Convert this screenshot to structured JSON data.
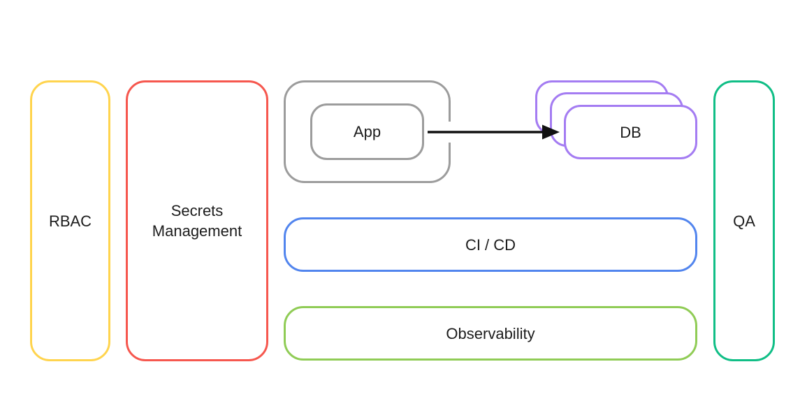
{
  "diagram": {
    "nodes": {
      "rbac": {
        "label": "RBAC"
      },
      "secrets": {
        "label": "Secrets Management"
      },
      "app_group": {
        "label": ""
      },
      "app": {
        "label": "App"
      },
      "db": {
        "label": "DB"
      },
      "cicd": {
        "label": "CI / CD"
      },
      "observability": {
        "label": "Observability"
      },
      "qa": {
        "label": "QA"
      }
    },
    "edges": [
      {
        "from": "app",
        "to": "db",
        "style": "solid-black-arrow"
      }
    ],
    "db_stack_count": 3
  },
  "colors": {
    "yellow": "#FFD44E",
    "red": "#F6574E",
    "gray": "#9C9C9C",
    "purple": "#A47CF2",
    "blue": "#5285EE",
    "green": "#90CC56",
    "teal": "#10BE86",
    "arrow": "#111111",
    "text": "#1c1c1c",
    "background": "#ffffff"
  }
}
